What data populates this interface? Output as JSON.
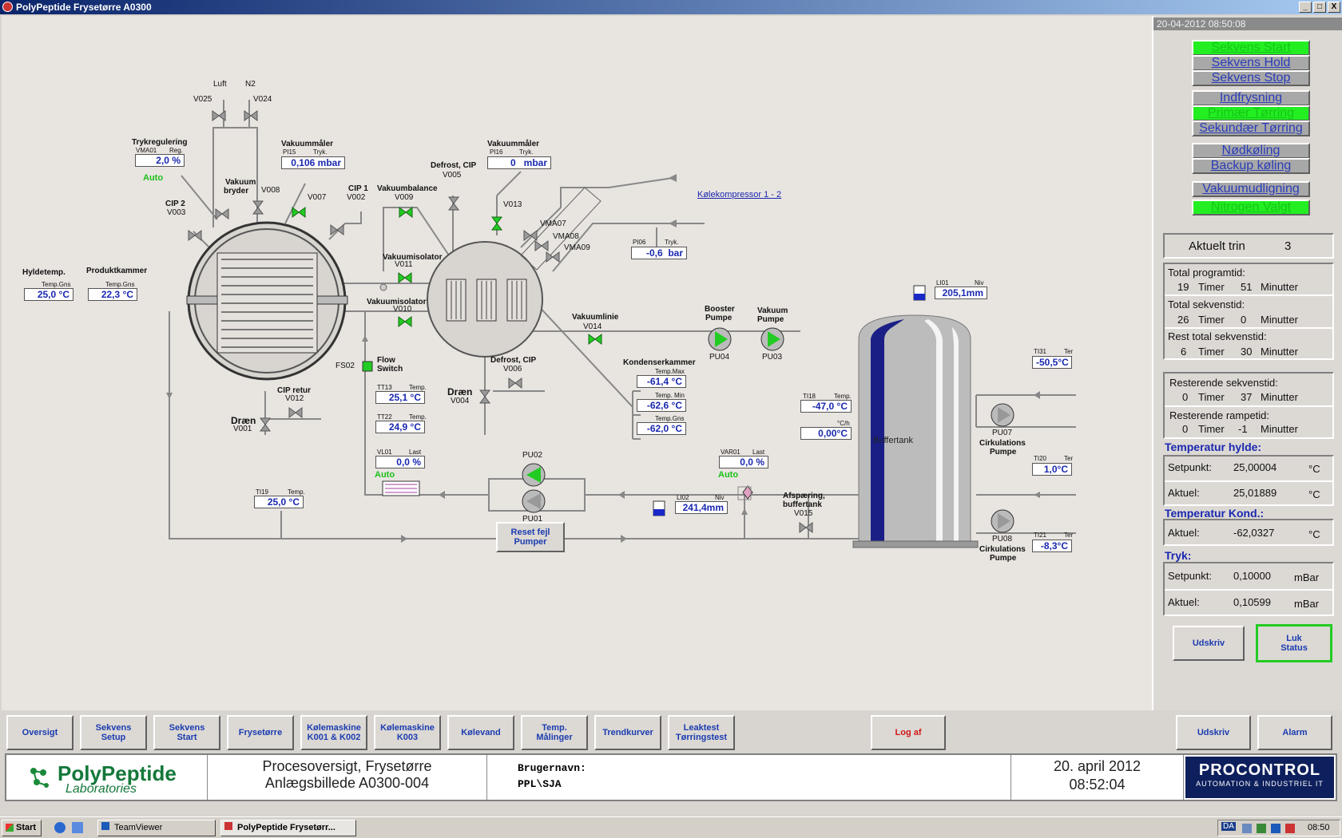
{
  "window": {
    "title": "PolyPeptide Frysetørre A0300",
    "min": "_",
    "max": "□",
    "close": "X"
  },
  "diagram": {
    "luft": "Luft",
    "n2": "N2",
    "v025": "V025",
    "v024": "V024",
    "trykreg": "Trykregulering",
    "vma01": "VMA01",
    "reg": "Reg.",
    "trykreg_val": "2,0",
    "pct": "%",
    "auto": "Auto",
    "vakuumbryder1": "Vakuum",
    "vakuumbryder2": "bryder",
    "v008": "V008",
    "vakmaaler": "Vakuummåler",
    "pi15": "PI15",
    "tryk": "Tryk.",
    "pi15_val": "0,106",
    "mbar": "mbar",
    "v007": "V007",
    "cip2": "CIP 2",
    "v003": "V003",
    "cip1": "CIP 1",
    "v002": "V002",
    "vakbal": "Vakuumbalance",
    "v009": "V009",
    "defrost": "Defrost, CIP",
    "v005": "V005",
    "pi16": "PI16",
    "pi16_val": "0",
    "v013": "V013",
    "vma07": "VMA07",
    "vma08": "VMA08",
    "vma09": "VMA09",
    "kolekomp": "Kølekompressor 1 - 2",
    "pi06": "PI06",
    "pi06_val": "-0,6",
    "bar": "bar",
    "hyldetemp": "Hyldetemp.",
    "produktkammer": "Produktkammer",
    "tempgns": "Temp.Gns",
    "hylde_val": "25,0",
    "prod_val": "22,3",
    "degc": "°C",
    "vakiso": "Vakuumisolator",
    "v011": "V011",
    "v010": "V010",
    "vaklinie": "Vakuumlinie",
    "v014": "V014",
    "booster1": "Booster",
    "booster2": "Pumpe",
    "vakpumpe1": "Vakuum",
    "vakpumpe2": "Pumpe",
    "pu04": "PU04",
    "pu03": "PU03",
    "fs02": "FS02",
    "flow1": "Flow",
    "flow2": "Switch",
    "defrost2": "Defrost, CIP",
    "v006": "V006",
    "draen": "Dræn",
    "v004": "V004",
    "kondens": "Kondenserkammer",
    "tempmax": "Temp.Max",
    "tempmin": "Temp. Min",
    "tempgns2": "Temp.Gns",
    "kmax": "-61,4",
    "kmin": "-62,6",
    "kgns": "-62,0",
    "tt13": "TT13",
    "temp": "Temp.",
    "tt13_val": "25,1",
    "tt22": "TT22",
    "tt22_val": "24,9",
    "cipretur": "CIP retur",
    "v012": "V012",
    "v001": "V001",
    "vl01": "VL01",
    "last": "Last",
    "vl01_val": "0,0",
    "pu02": "PU02",
    "pu01": "PU01",
    "ti19": "TI19",
    "ti19_val": "25,0",
    "var01": "VAR01",
    "var01_val": "0,0",
    "li02": "LI02",
    "niv": "Niv",
    "li02_val": "241,4",
    "mm": "mm",
    "afsp1": "Afspæring,",
    "afsp2": "buffertank",
    "v015": "V015",
    "reset1": "Reset fejl",
    "reset2": "Pumper",
    "li01": "LI01",
    "li01_val": "205,1",
    "ti18": "TI18",
    "ti18_val": "-47,0",
    "ch": "°C/h",
    "rate_val": "0,00",
    "buffertank": "Buffertank",
    "pu07": "PU07",
    "cirk1": "Cirkulations",
    "cirk2": "Pumpe",
    "pu08": "PU08",
    "ti31": "TI31",
    "ti31_val": "-50,5",
    "ti20": "TI20",
    "ti20_val": "1,0",
    "ti21": "TI21",
    "ti21_val": "-8,3",
    "ter": "Ter"
  },
  "sidebar": {
    "datetime": "20-04-2012 08:50:08",
    "btns": [
      "Sekvens Start",
      "Sekvens Hold",
      "Sekvens Stop",
      "Indfrysning",
      "Primær Tørring",
      "Sekundær Tørring",
      "Nødkøling",
      "Backup køling",
      "Vakuumudligning",
      "Nitrogen Valgt"
    ],
    "aktuelt": "Aktuelt trin",
    "trin": "3",
    "prog_label": "Total programtid:",
    "prog_t": "19",
    "timer": "Timer",
    "prog_m": "51",
    "minutter": "Minutter",
    "sek_label": "Total sekvenstid:",
    "sek_t": "26",
    "sek_m": "0",
    "rest_label": "Rest total sekvenstid:",
    "rest_t": "6",
    "rest_m": "30",
    "resseq_label": "Resterende sekvenstid:",
    "resseq_t": "0",
    "resseq_m": "37",
    "resramp_label": "Resterende rampetid:",
    "resramp_t": "0",
    "resramp_m": "-1",
    "temp_hylde": "Temperatur hylde:",
    "setpunkt": "Setpunkt:",
    "hs_val": "25,00004",
    "oc": "°C",
    "aktuel": "Aktuel:",
    "ha_val": "25,01889",
    "temp_kond": "Temperatur Kond.:",
    "ka_val": "-62,0327",
    "tryk": "Tryk:",
    "ts_val": "0,10000",
    "mbar": "mBar",
    "ta_val": "0,10599",
    "udskriv": "Udskriv",
    "luk": "Luk\nStatus"
  },
  "bottom": {
    "nav": [
      "Oversigt",
      "Sekvens\nSetup",
      "Sekvens\nStart",
      "Frysetørre",
      "Kølemaskine\nK001 & K002",
      "Kølemaskine\nK003",
      "Kølevand",
      "Temp.\nMålinger",
      "Trendkurver",
      "Leaktest\nTørringstest"
    ],
    "logaf": "Log af",
    "udskriv": "Udskriv",
    "alarm": "Alarm"
  },
  "footer": {
    "logo1": "PolyPeptide",
    "logo2": "Laboratories",
    "title1": "Procesoversigt, Frysetørre",
    "title2": "Anlægsbillede A0300-004",
    "user_label": "Brugernavn:",
    "user": "PPL\\SJA",
    "date": "20. april 2012",
    "time": "08:52:04",
    "pc1": "PROCONTROL",
    "pc2": "AUTOMATION & INDUSTRIEL IT"
  },
  "taskbar": {
    "start": "Start",
    "tv": "TeamViewer",
    "pp": "PolyPeptide Frysetørr...",
    "clock": "08:50",
    "da": "DA"
  }
}
